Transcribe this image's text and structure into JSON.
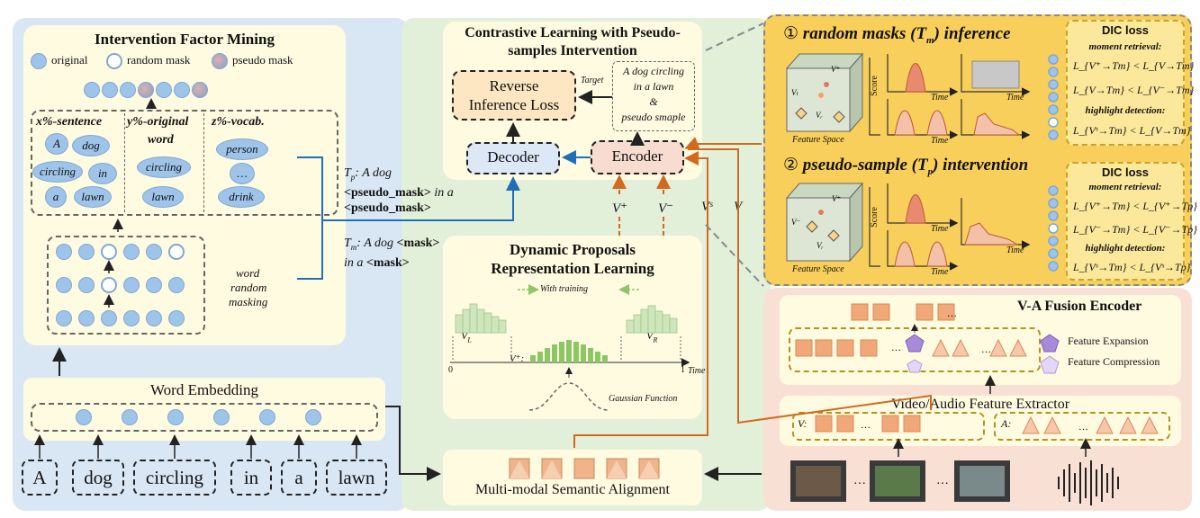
{
  "left": {
    "ifm_title": "Intervention Factor Mining",
    "legend": {
      "original": "original",
      "random_mask": "random mask",
      "pseudo_mask": "pseudo mask"
    },
    "col1_head": "x%-sentence",
    "col2_head1": "y%-original",
    "col2_head2": "word",
    "col3_head": "z%-vocab.",
    "col1_words": [
      "A",
      "dog",
      "circling",
      "in",
      "a",
      "lawn"
    ],
    "col2_words": [
      "circling",
      "lawn"
    ],
    "col3_words": [
      "person",
      "…",
      "drink"
    ],
    "masking_label": [
      "word",
      "random",
      "masking"
    ],
    "word_embedding": "Word Embedding",
    "input_words": [
      "A",
      "dog",
      "circling",
      "in",
      "a",
      "lawn"
    ]
  },
  "middle": {
    "tp_line1": "T",
    "tp_sub": "p",
    "tp_rest": ": A dog",
    "tp_line2a": "<pseudo_mask>",
    "tp_line2b": " in a",
    "tp_line3": "<pseudo_mask>",
    "tm_sub": "m",
    "tm_rest": ": A dog ",
    "tm_mask": "<mask>",
    "tm_line2a": "in a ",
    "tm_line2b": "<mask>",
    "cl_title1": "Contrastive Learning with Pseudo-",
    "cl_title2": "samples Intervention",
    "reverse_loss1": "Reverse",
    "reverse_loss2": "Inference Loss",
    "target": "Target",
    "target_text": [
      "A dog circling",
      "in a lawn",
      "&",
      "pseudo smaple"
    ],
    "decoder": "Decoder",
    "encoder": "Encoder",
    "v_labels": [
      "V⁺",
      "V⁻",
      "Vˢ",
      "V"
    ],
    "dp_title1": "Dynamic Proposals",
    "dp_title2": "Representation Learning",
    "with_training": "With training",
    "vl": "V",
    "vr": "V",
    "vplus": "V⁺:",
    "axis0": "0",
    "axis1": "1",
    "time": "Time",
    "gaussian": "Gaussian Function",
    "msa": "Multi-modal Semantic Alignment"
  },
  "right": {
    "s1_num": "①",
    "s1_title": "random masks (",
    "s1_t": "T",
    "s1_sub": "m",
    "s1_close": ") inference",
    "s2_num": "②",
    "s2_title": "pseudo-sample (",
    "s2_t": "T",
    "s2_sub": "p",
    "s2_close": ") intervention",
    "feature_space": "Feature Space",
    "score": "Score",
    "time": "Time",
    "dic_title": "DIC loss",
    "moment": "moment retrieval:",
    "highlight": "highlight detection:",
    "dic1_eq": [
      "L_{V⁺→Tm} < L_{V→Tm}",
      "L_{V→Tm} < L_{V⁻→Tm}",
      "L_{Vˢ→Tm} < L_{V→Tm}"
    ],
    "dic2_eq": [
      "L_{V⁺→Tm} < L_{V⁺→Tp}",
      "L_{V⁻→Tm} < L_{V⁻→Tp}",
      "L_{Vˢ→Tm} < L_{Vˢ→Tp}"
    ],
    "va_title": "V-A Fusion Encoder",
    "feat_exp": "Feature Expansion",
    "feat_comp": "Feature Compression",
    "extractor": "Video/Audio Feature Extractor",
    "v_colon": "V:",
    "a_colon": "A:",
    "dots": "…"
  },
  "colors": {
    "left_bg": "#d9e7f5",
    "mid_bg": "#e2efd9",
    "right_bg": "#f9e0d5",
    "top_right": "#f8cf5a",
    "cream": "#fffbe0",
    "blue": "#9fc4ea",
    "orange": "#f0a878",
    "arrow_blue": "#1f6fb8",
    "arrow_orange": "#d2691e",
    "green": "#8cc665"
  }
}
